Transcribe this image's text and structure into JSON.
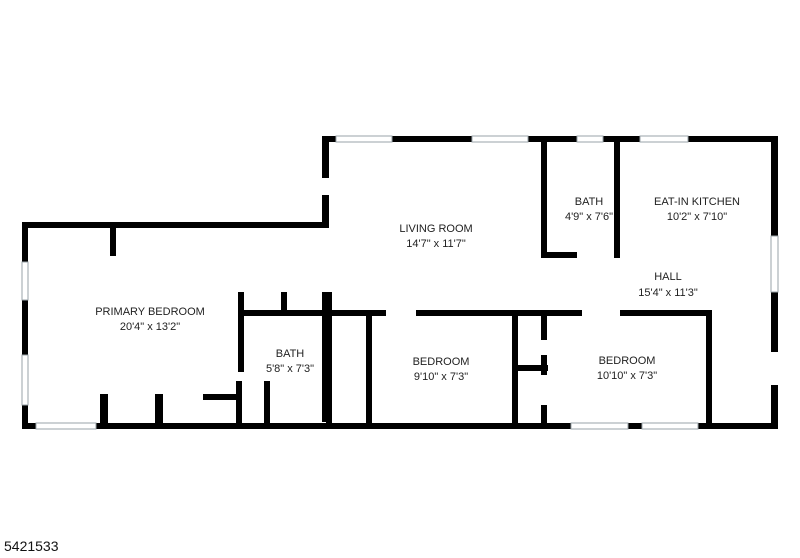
{
  "floorplan": {
    "wall_color": "#000000",
    "window_color": "#9aa3a8",
    "rooms": [
      {
        "name": "LIVING ROOM",
        "size": "14'7\" x 11'7\""
      },
      {
        "name": "BATH",
        "size": "4'9\" x 7'6\""
      },
      {
        "name": "EAT-IN KITCHEN",
        "size": "10'2\" x 7'10\""
      },
      {
        "name": "PRIMARY BEDROOM",
        "size": "20'4\" x 13'2\""
      },
      {
        "name": "HALL",
        "size": "15'4\" x 11'3\""
      },
      {
        "name": "BATH",
        "size": "5'8\" x 7'3\""
      },
      {
        "name": "BEDROOM",
        "size": "9'10\" x 7'3\""
      },
      {
        "name": "BEDROOM",
        "size": "10'10\" x 7'3\""
      }
    ]
  },
  "listing_id": "5421533"
}
